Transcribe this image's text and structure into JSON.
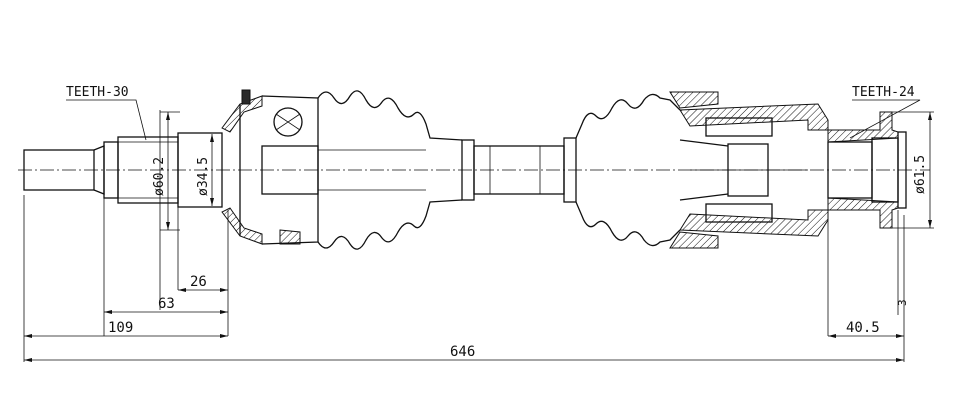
{
  "labels": {
    "teeth_left": "TEETH-30",
    "teeth_right": "TEETH-24",
    "dia_602": "ø60.2",
    "dia_345": "ø34.5",
    "dia_615": "ø61.5"
  },
  "dimensions": {
    "d26": "26",
    "d63": "63",
    "d109": "109",
    "d646": "646",
    "d405": "40.5",
    "d3": "3"
  }
}
